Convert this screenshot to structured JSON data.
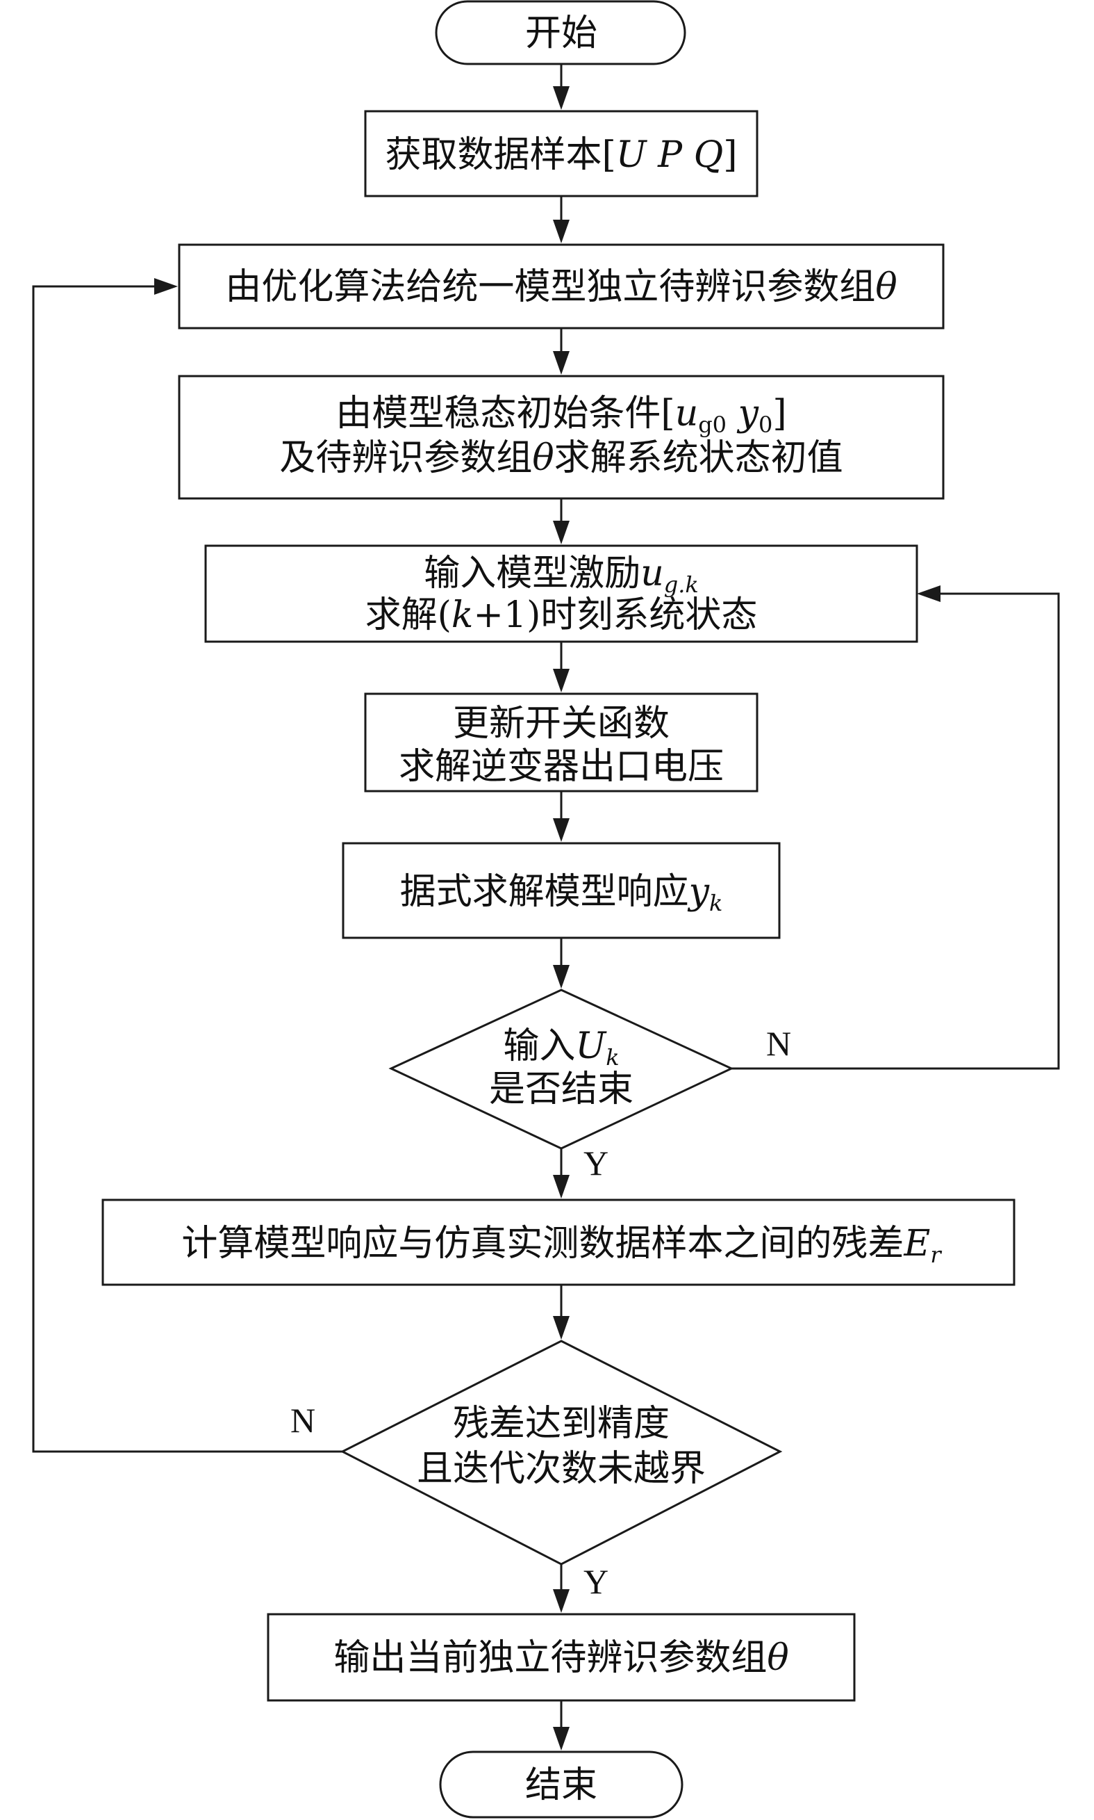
{
  "nodes": {
    "start": {
      "text": "开始"
    },
    "get_samples": {
      "prefix": "获取数据样本[",
      "vars": "U P Q",
      "suffix": "]"
    },
    "optimize": {
      "prefix": "由优化算法给统一模型独立待辨识参数组",
      "theta": "θ"
    },
    "init_state": {
      "line1_prefix": "由模型稳态初始条件[",
      "u": "u",
      "u_sub": "g0",
      "y": "y",
      "y_sub": "0",
      "line1_suffix": "]",
      "line2_prefix": "及待辨识参数组",
      "theta": "θ",
      "line2_suffix": "求解系统状态初值"
    },
    "input_excitation": {
      "line1_prefix": "输入模型激励",
      "u": "u",
      "u_sub": "g.k",
      "line2_prefix": "求解(",
      "k": "k",
      "line2_suffix": "+1)时刻系统状态"
    },
    "update_switch": {
      "line1": "更新开关函数",
      "line2": "求解逆变器出口电压"
    },
    "model_response": {
      "prefix": "据式求解模型响应",
      "y": "y",
      "y_sub": "k"
    },
    "input_end_decision": {
      "line1_prefix": "输入",
      "U": "U",
      "U_sub": "k",
      "line2": "是否结束"
    },
    "residual": {
      "prefix": "计算模型响应与仿真实测数据样本之间的残差",
      "E": "E",
      "E_sub": "r"
    },
    "precision_decision": {
      "line1": "残差达到精度",
      "line2": "且迭代次数未越界"
    },
    "output": {
      "prefix": "输出当前独立待辨识参数组",
      "theta": "θ"
    },
    "end": {
      "text": "结束"
    }
  },
  "edge_labels": {
    "inner_no": "N",
    "inner_yes": "Y",
    "outer_no": "N",
    "outer_yes": "Y"
  }
}
